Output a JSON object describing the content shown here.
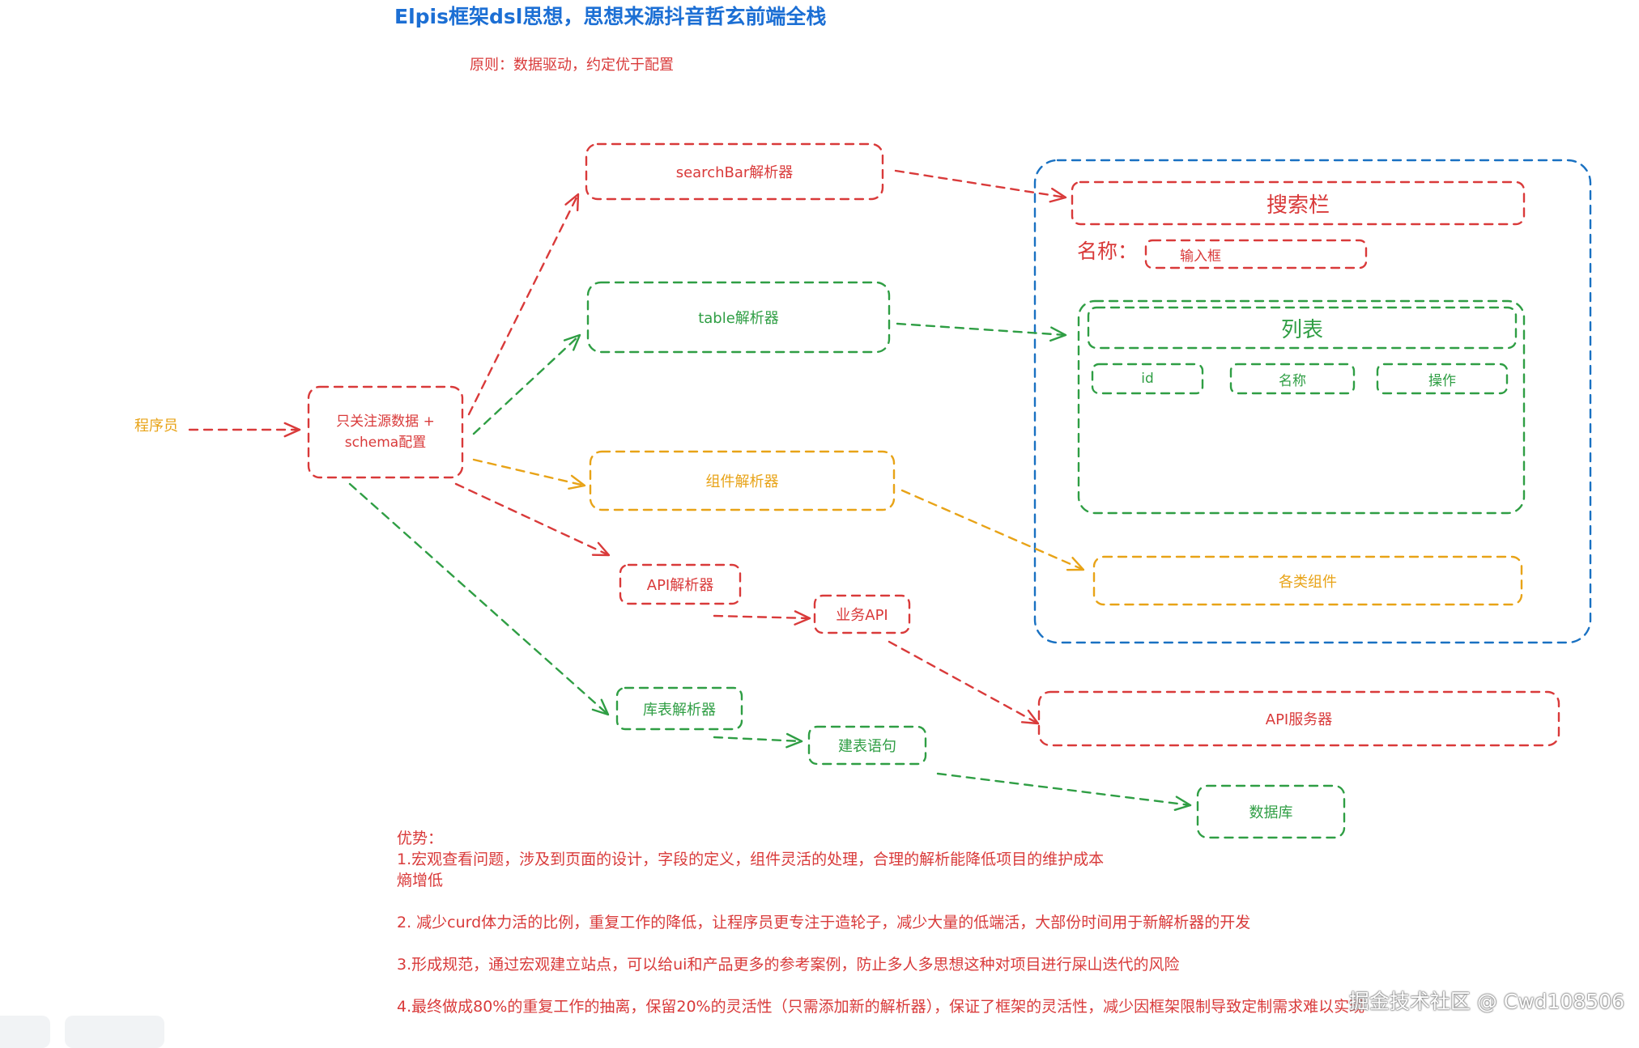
{
  "title": "Elpis框架dsl思想，思想来源抖音哲玄前端全栈",
  "principle": "原则：数据驱动，约定优于配置",
  "colors": {
    "red": "#d93a3a",
    "green": "#2f9e44",
    "orange": "#e8a317",
    "blue": "#1971c2",
    "blue_title": "#1c6fd4"
  },
  "nodes": {
    "programmer": "程序员",
    "schema_line1": "只关注源数据 +",
    "schema_line2": "schema配置",
    "searchbar_parser": "searchBar解析器",
    "table_parser": "table解析器",
    "component_parser": "组件解析器",
    "api_parser": "API解析器",
    "business_api": "业务API",
    "db_parser": "库表解析器",
    "create_table_sql": "建表语句",
    "api_server": "API服务器",
    "database": "数据库"
  },
  "page_preview": {
    "search_bar": "搜索栏",
    "name_label": "名称：",
    "input_box": "输入框",
    "list": "列表",
    "columns": [
      "id",
      "名称",
      "操作"
    ],
    "components": "各类组件"
  },
  "advantages": {
    "heading": "优势：",
    "item1_line1": "1.宏观查看问题，涉及到页面的设计，字段的定义，组件灵活的处理，合理的解析能降低项目的维护成本",
    "item1_line2": "熵增低",
    "item2": "2. 减少curd体力活的比例，重复工作的降低，让程序员更专注于造轮子，减少大量的低端活，大部份时间用于新解析器的开发",
    "item3": "3.形成规范，通过宏观建立站点，可以给ui和产品更多的参考案例，防止多人多思想这种对项目进行屎山迭代的风险",
    "item4": "4.最终做成80%的重复工作的抽离，保留20%的灵活性（只需添加新的解析器），保证了框架的灵活性，减少因框架限制导致定制需求难以实现"
  },
  "watermark": "掘金技术社区 @ Cwd108506"
}
